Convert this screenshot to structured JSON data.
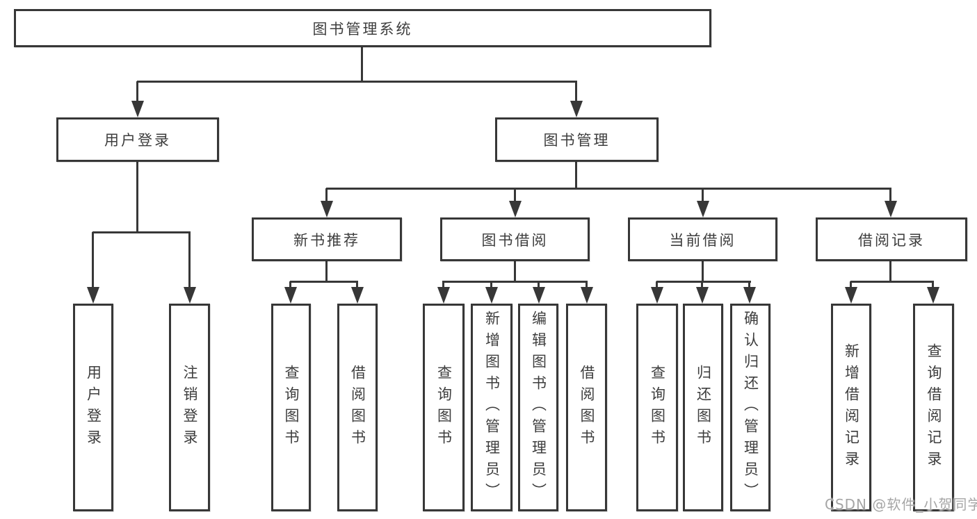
{
  "tree": {
    "label": "图书管理系统",
    "children": [
      {
        "label": "用户登录",
        "children": [
          {
            "label": "用户登录"
          },
          {
            "label": "注销登录"
          }
        ]
      },
      {
        "label": "图书管理",
        "children": [
          {
            "label": "新书推荐",
            "children": [
              {
                "label": "查询图书"
              },
              {
                "label": "借阅图书"
              }
            ]
          },
          {
            "label": "图书借阅",
            "children": [
              {
                "label": "查询图书"
              },
              {
                "label": "新增图书（管理员）"
              },
              {
                "label": "编辑图书（管理员）"
              },
              {
                "label": "借阅图书"
              }
            ]
          },
          {
            "label": "当前借阅",
            "children": [
              {
                "label": "查询图书"
              },
              {
                "label": "归还图书"
              },
              {
                "label": "确认归还（管理员）"
              }
            ]
          },
          {
            "label": "借阅记录",
            "children": [
              {
                "label": "新增借阅记录"
              },
              {
                "label": "查询借阅记录"
              }
            ]
          }
        ]
      }
    ]
  },
  "watermark": {
    "text": "CSDN @软件_小贺同学",
    "color": "#a6a6a6"
  },
  "colors": {
    "line": "#373737",
    "text": "#3d3d3d",
    "box_fill": "#ffffff",
    "background": "#ffffff"
  }
}
